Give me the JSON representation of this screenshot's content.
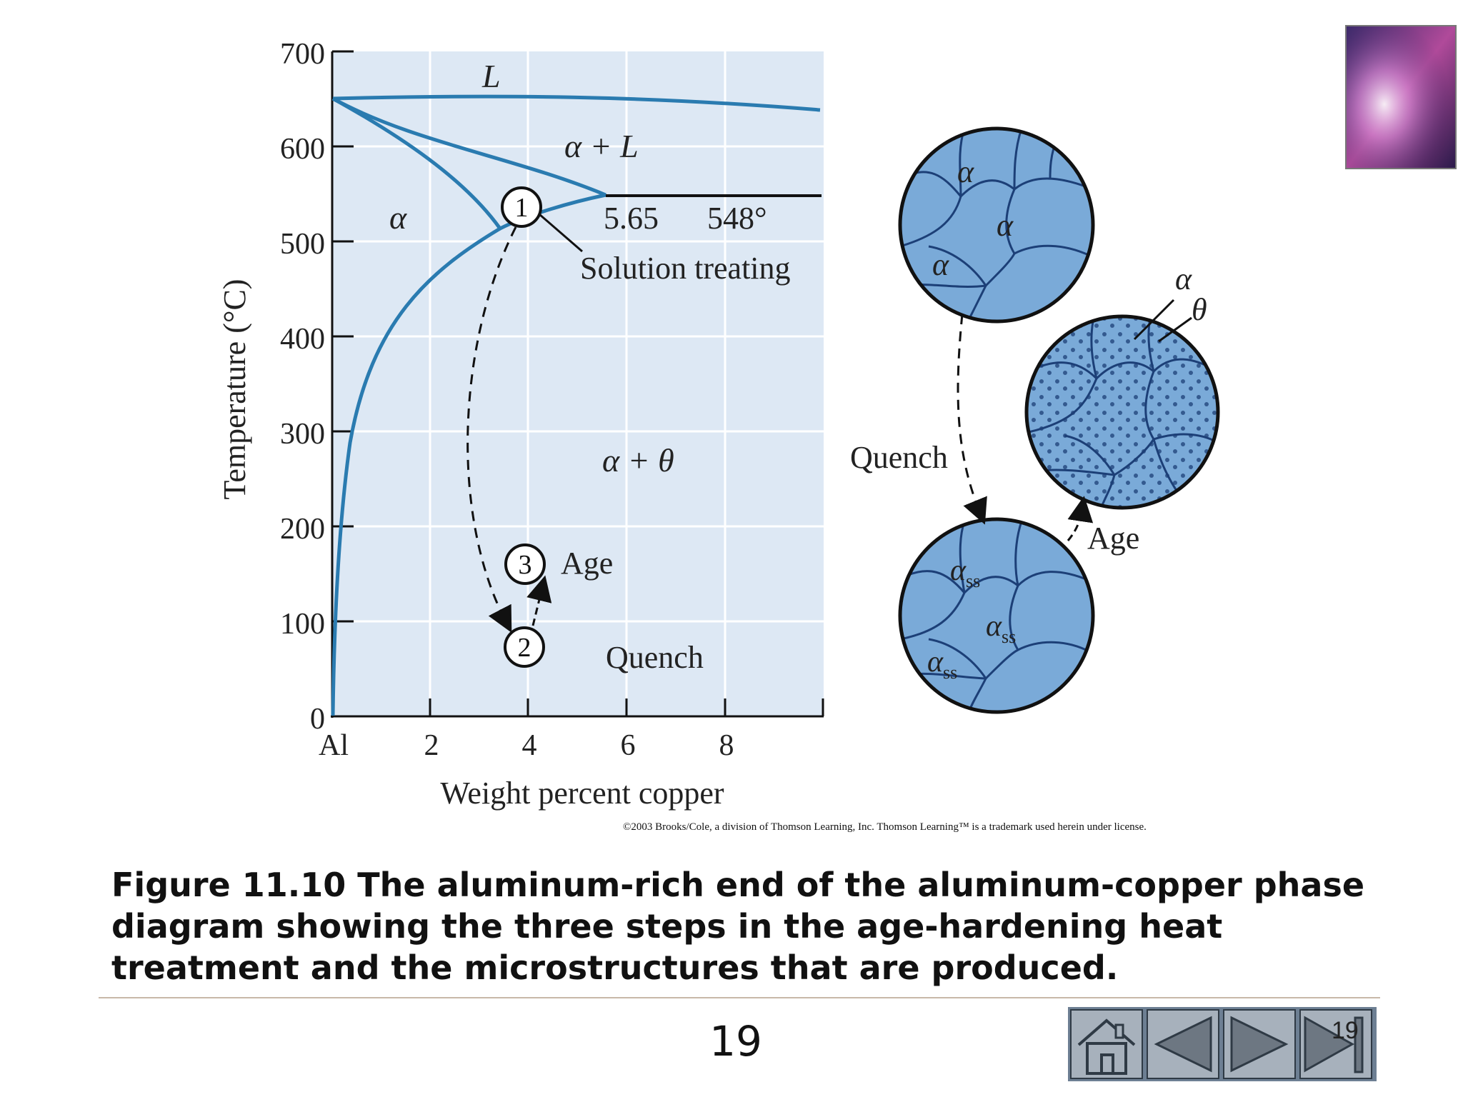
{
  "diagram": {
    "y_axis_label": "Temperature (°C)",
    "x_axis_label": "Weight percent copper",
    "y_ticks": [
      "0",
      "100",
      "200",
      "300",
      "400",
      "500",
      "600",
      "700"
    ],
    "x_ticks": [
      "Al",
      "2",
      "4",
      "6",
      "8"
    ],
    "regions": {
      "liquid": "L",
      "alpha_liquid": "α + L",
      "alpha": "α",
      "alpha_theta": "α + θ"
    },
    "eutectic_comp": "5.65",
    "eutectic_temp": "548°",
    "steps": [
      {
        "num": "1",
        "label": "Solution treating"
      },
      {
        "num": "2",
        "label": "Quench"
      },
      {
        "num": "3",
        "label": "Age"
      }
    ]
  },
  "micro": {
    "grain_alpha": "α",
    "quench_label": "Quench",
    "age_label": "Age",
    "alpha_ss_base": "α",
    "alpha_ss_sub": "ss",
    "theta_label": "θ",
    "alpha_label": "α"
  },
  "copyright": "©2003 Brooks/Cole, a division of Thomson Learning, Inc.  Thomson Learning™ is a trademark used herein under license.",
  "caption": "Figure 11.10  The aluminum-rich end of the aluminum-copper phase diagram showing the three steps in the age-hardening heat treatment and the microstructures that are produced.",
  "page_number": "19",
  "nav": {
    "home": "home-icon",
    "prev": "prev-icon",
    "next": "next-icon",
    "end": "end-icon",
    "slide_number": "19"
  },
  "colors": {
    "plot_bg": "#dde8f4",
    "curve": "#2a7bb0",
    "grain_fill": "#7aaad8",
    "grain_line": "#1c3f77"
  }
}
